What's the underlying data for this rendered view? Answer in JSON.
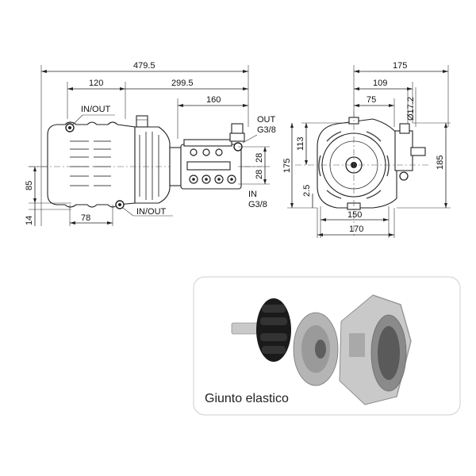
{
  "side_view": {
    "dimensions": {
      "overall_length": "479.5",
      "left_offset": "120",
      "pump_section": "299.5",
      "head_length": "160",
      "height_85": "85",
      "base_14": "14",
      "foot_78": "78",
      "port_28a": "28",
      "port_28b": "28"
    },
    "labels": {
      "in_out_top": "IN/OUT",
      "in_out_bottom": "IN/OUT",
      "out_label": "OUT",
      "out_thread": "G3/8",
      "in_label": "IN",
      "in_thread": "G3/8"
    }
  },
  "front_view": {
    "dimensions": {
      "width_175": "175",
      "w_109": "109",
      "w_75": "75",
      "dia_17_2": "Ø17.2",
      "h_113": "113",
      "h_175": "175",
      "h_185": "185",
      "offset_2_5": "2.5",
      "w_150": "150",
      "w_170": "170"
    }
  },
  "photo": {
    "caption": "Giunto elastico"
  },
  "colors": {
    "line": "#222222",
    "photo_border": "#cfcfcf",
    "metal_light": "#c9c9c9",
    "metal_dark": "#7a7a7a",
    "rubber": "#1a1a1a"
  }
}
